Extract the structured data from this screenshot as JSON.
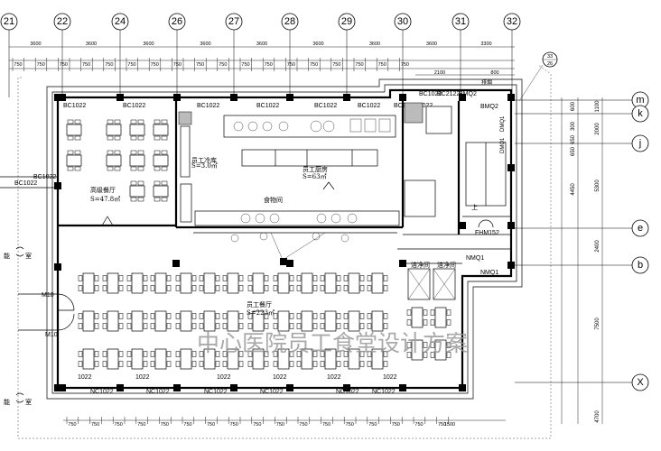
{
  "watermark": "中心医院员工食堂设计方案",
  "top_axes": [
    "21",
    "22",
    "24",
    "26",
    "27",
    "28",
    "29",
    "30",
    "31",
    "32"
  ],
  "right_axes": [
    "m",
    "k",
    "j",
    "e",
    "b",
    "X"
  ],
  "corner_axis": {
    "top": "33",
    "bottom": "26"
  },
  "dims": {
    "top_main": [
      "3600",
      "3600",
      "3600",
      "3600",
      "3600",
      "3600",
      "3600",
      "3600",
      "3300"
    ],
    "top_small_repeat": "750",
    "top_right_extra": [
      "2100",
      "800"
    ],
    "bottom_small_repeat": "750",
    "bottom_right_extra": "1500",
    "right_outer": [
      "1100",
      "2000",
      "5300",
      "2400",
      "7500",
      "4700"
    ],
    "right_inner": [
      "600",
      "300",
      "650",
      "4450",
      "650"
    ]
  },
  "rooms": {
    "vip": {
      "name": "高级餐厅",
      "area": "S=47.8㎡"
    },
    "staff_dining": {
      "name": "员工餐厅",
      "area": "S=223㎡"
    },
    "kitchen": {
      "name": "员工厨房",
      "area": "S=63㎡"
    },
    "cold": {
      "name": "员工冷库",
      "area": "S=3.0㎡"
    },
    "stair_label": "上",
    "clean_room": "洁净间",
    "food_room": "食物间",
    "unit_note": "排烟"
  },
  "windows_top": [
    "BC1022",
    "BC1022",
    "BC1022",
    "BC1022",
    "BC1022",
    "BC1022",
    "BC1022",
    "BC1022",
    "BC1022",
    "BC2122",
    "BMQ2"
  ],
  "windows_bottom": [
    "NC1022",
    "NC1022",
    "NC1022",
    "NC1022",
    "NC1022",
    "NC1022"
  ],
  "left_items": [
    "BC1022",
    "BC1022",
    "M10",
    "M10"
  ],
  "left_text": [
    "能",
    "室",
    "能",
    "室"
  ],
  "right_items": [
    "BMQ2",
    "DMQ1",
    "DMQ1",
    "FHM152",
    "NMQ1",
    "NMQ1"
  ],
  "bottom_col_labels": [
    "1022",
    "1022",
    "1022",
    "1022",
    "1022",
    "1022"
  ]
}
